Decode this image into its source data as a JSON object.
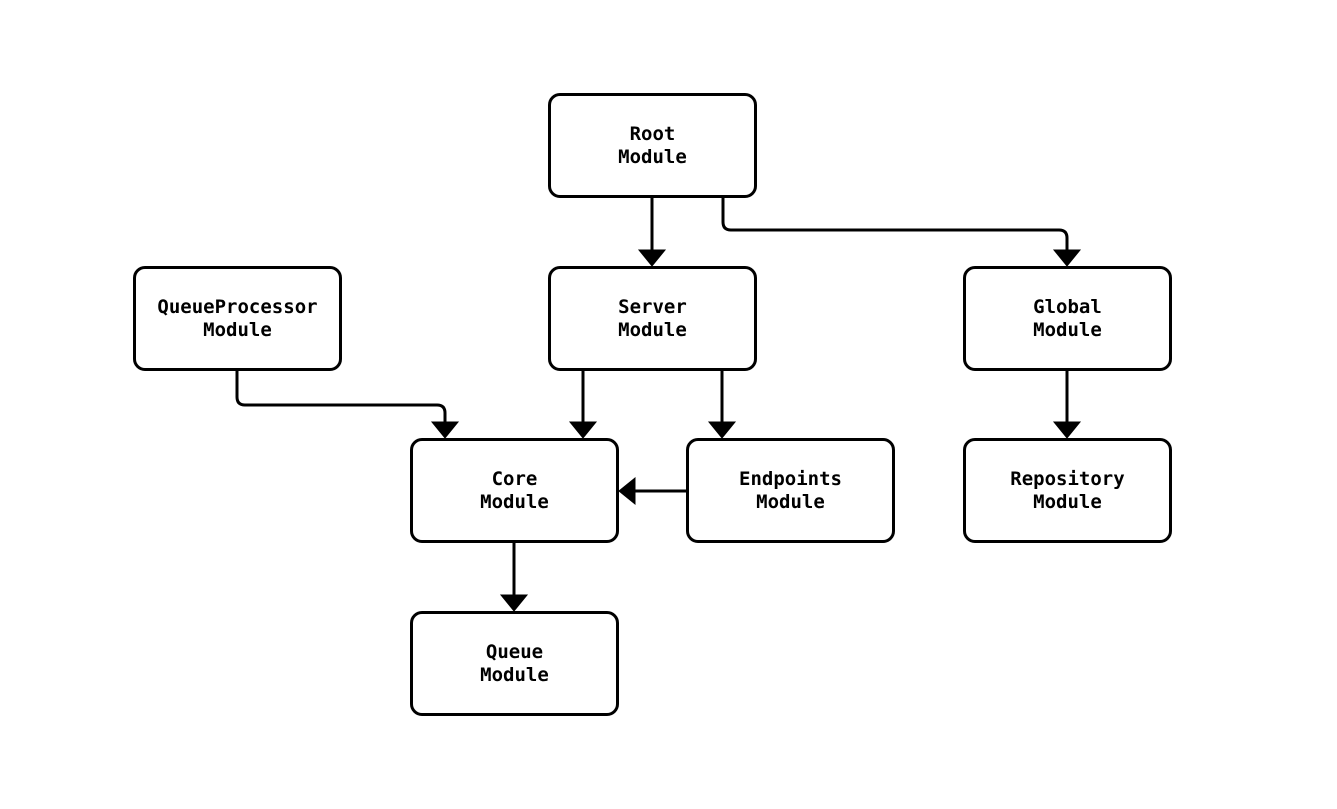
{
  "diagram": {
    "type": "module-dependency-flowchart",
    "colors": {
      "background": "#ffffff",
      "node_fill": "#ffffff",
      "stroke": "#000000",
      "text": "#000000"
    },
    "nodes": {
      "root": {
        "line1": "Root",
        "line2": "Module"
      },
      "server": {
        "line1": "Server",
        "line2": "Module"
      },
      "queue_processor": {
        "line1": "QueueProcessor",
        "line2": "Module"
      },
      "global": {
        "line1": "Global",
        "line2": "Module"
      },
      "core": {
        "line1": "Core",
        "line2": "Module"
      },
      "endpoints": {
        "line1": "Endpoints",
        "line2": "Module"
      },
      "repository": {
        "line1": "Repository",
        "line2": "Module"
      },
      "queue": {
        "line1": "Queue",
        "line2": "Module"
      }
    },
    "edges": [
      {
        "from": "Root Module",
        "to": "Server Module"
      },
      {
        "from": "Root Module",
        "to": "Global Module"
      },
      {
        "from": "QueueProcessor Module",
        "to": "Core Module"
      },
      {
        "from": "Server Module",
        "to": "Core Module"
      },
      {
        "from": "Server Module",
        "to": "Endpoints Module"
      },
      {
        "from": "Endpoints Module",
        "to": "Core Module"
      },
      {
        "from": "Global Module",
        "to": "Repository Module"
      },
      {
        "from": "Core Module",
        "to": "Queue Module"
      }
    ]
  }
}
